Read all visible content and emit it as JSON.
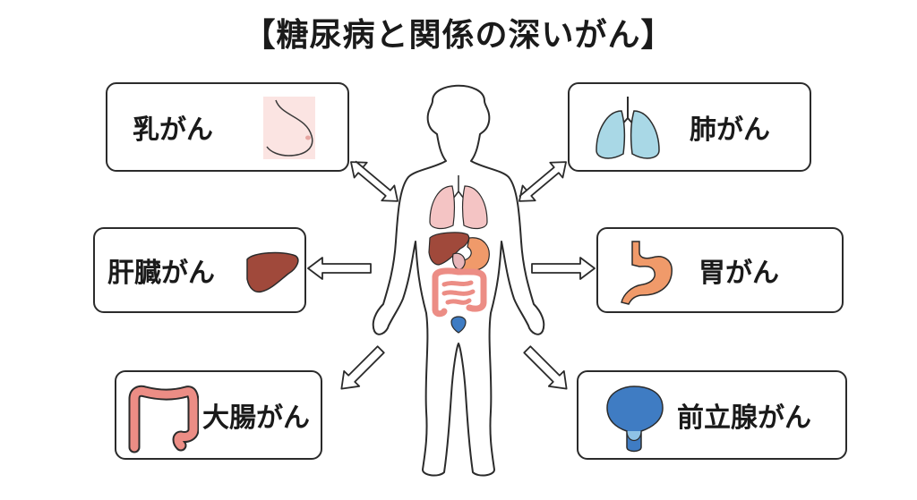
{
  "title": "【糖尿病と関係の深いがん】",
  "cancers": {
    "breast": "乳がん",
    "lung": "肺がん",
    "liver": "肝臓がん",
    "stomach": "胃がん",
    "colon": "大腸がん",
    "prostate": "前立腺がん"
  },
  "colors": {
    "outline": "#2b2b2b",
    "lung": "#a9d8e6",
    "liver": "#a0493b",
    "stomach": "#f09a6a",
    "colon": "#ec8d85",
    "prostate": "#3f7cc3",
    "skin": "#fbe4e2",
    "body_organs_lung": "#f4c4c4"
  },
  "icons": [
    "breast-icon",
    "lung-icon",
    "liver-icon",
    "stomach-icon",
    "colon-icon",
    "prostate-icon",
    "human-body-figure"
  ]
}
